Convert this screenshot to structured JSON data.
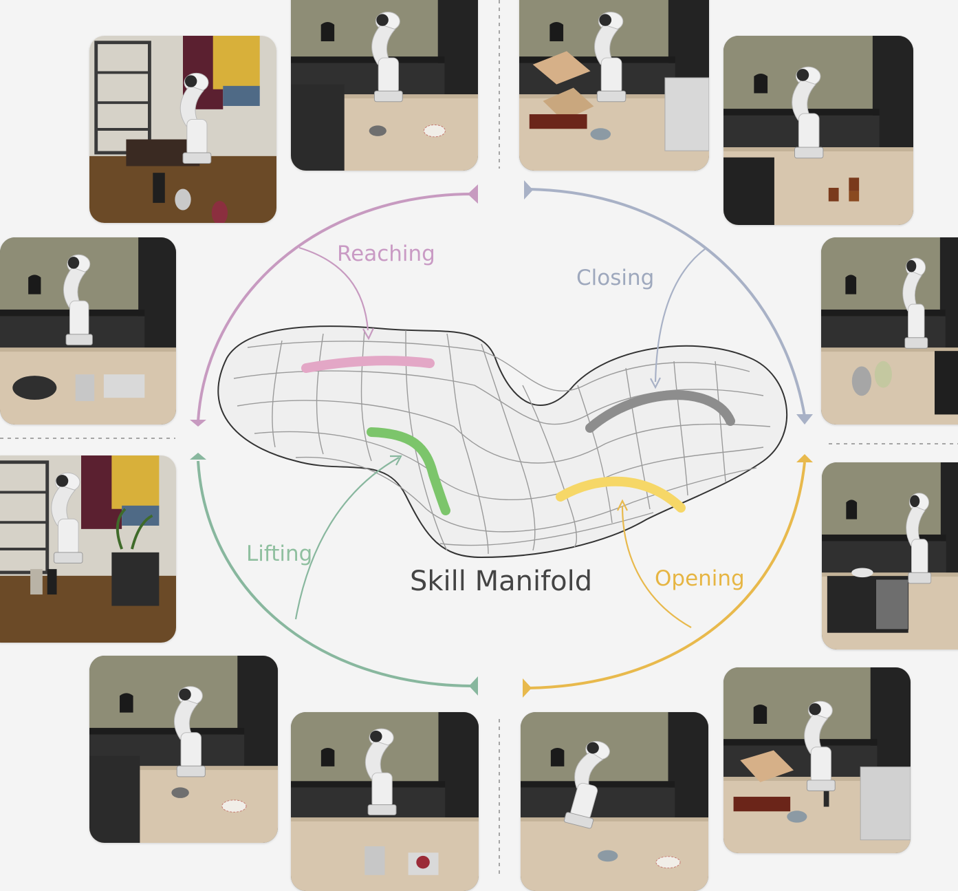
{
  "title": "Skill Manifold",
  "skills": {
    "reaching": "Reaching",
    "closing": "Closing",
    "lifting": "Lifting",
    "opening": "Opening"
  },
  "colors": {
    "reaching": "#c79ac0",
    "closing": "#a8b1c6",
    "lifting": "#88b79e",
    "opening": "#e8b94c",
    "reaching_stroke": "#e3a7c6",
    "closing_stroke": "#8d8d8d",
    "lifting_stroke": "#7cc56b",
    "opening_stroke": "#f6d767"
  },
  "scenes": [
    {
      "name": "scene-reaching-living-room",
      "skill": "reaching"
    },
    {
      "name": "scene-reaching-kitchen-plate",
      "skill": "reaching"
    },
    {
      "name": "scene-closing-microwave",
      "skill": "closing"
    },
    {
      "name": "scene-closing-kitchen-blocks",
      "skill": "closing"
    },
    {
      "name": "scene-reaching-pan-kettle",
      "skill": "reaching"
    },
    {
      "name": "scene-closing-kitchen-mugs",
      "skill": "closing"
    },
    {
      "name": "scene-lifting-living-room",
      "skill": "lifting"
    },
    {
      "name": "scene-opening-microwave",
      "skill": "opening"
    },
    {
      "name": "scene-lifting-kitchen-plate",
      "skill": "lifting"
    },
    {
      "name": "scene-lifting-kettle-stove",
      "skill": "lifting"
    },
    {
      "name": "scene-opening-kitchen-bowl",
      "skill": "opening"
    },
    {
      "name": "scene-opening-cabinet",
      "skill": "opening"
    }
  ]
}
